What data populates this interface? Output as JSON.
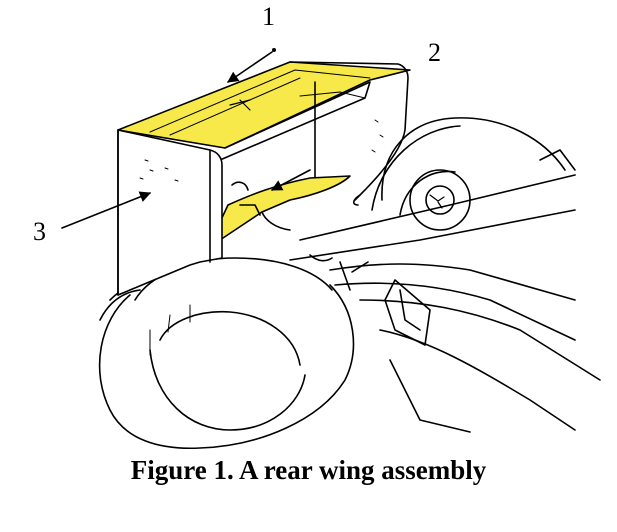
{
  "figure": {
    "callouts": {
      "one": "1",
      "two": "2",
      "three": "3"
    },
    "caption": "Figure 1. A rear wing assembly",
    "colors": {
      "highlight": "#f7e94a",
      "line": "#000000",
      "background": "#ffffff"
    }
  }
}
